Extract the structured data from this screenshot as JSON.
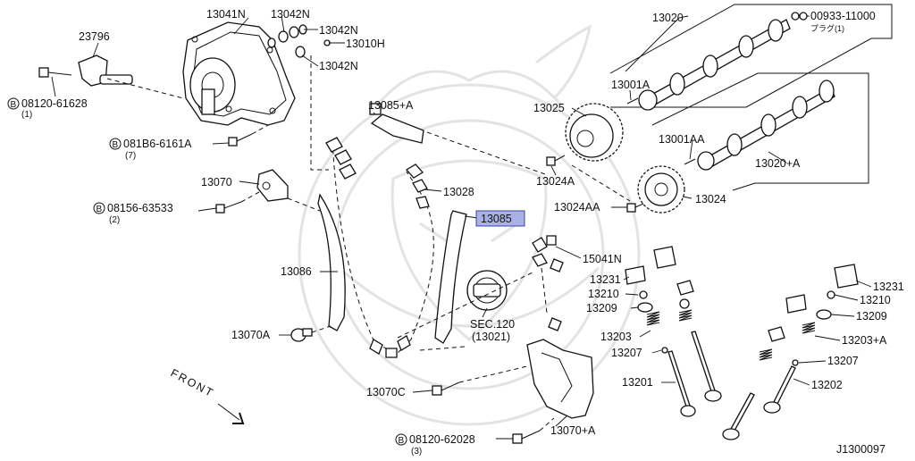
{
  "labels": {
    "p13041N": "13041N",
    "p13042N_a": "13042N",
    "p13042N_b": "13042N",
    "p13042N_c": "13042N",
    "p13010H": "13010H",
    "p23796": "23796",
    "p08120_61628": "08120-61628",
    "p08120_61628_qty": "(1)",
    "p081B6_6161A": "081B6-6161A",
    "p081B6_6161A_qty": "(7)",
    "p13070": "13070",
    "p08156_63533": "08156-63533",
    "p08156_63533_qty": "(2)",
    "p13086": "13086",
    "p13070A": "13070A",
    "p13085A": "13085+A",
    "p13028": "13028",
    "p13085": "13085",
    "p15041N": "15041N",
    "sec120": "SEC.120",
    "sec120_sub": "(13021)",
    "p13070C": "13070C",
    "p08120_62028": "08120-62028",
    "p08120_62028_qty": "(3)",
    "p13070A_plus": "13070+A",
    "p13020": "13020",
    "p00933_11000": "00933-11000",
    "p00933_note": "プラグ(1)",
    "p13001A": "13001A",
    "p13025": "13025",
    "p13001AA": "13001AA",
    "p13020A": "13020+A",
    "p13024A": "13024A",
    "p13024AA": "13024AA",
    "p13024": "13024",
    "p13231_left": "13231",
    "p13210_left": "13210",
    "p13209_left": "13209",
    "p13203": "13203",
    "p13207_left": "13207",
    "p13201": "13201",
    "p13231_right": "13231",
    "p13210_right": "13210",
    "p13209_right": "13209",
    "p13203A": "13203+A",
    "p13207_right": "13207",
    "p13202": "13202",
    "front": "FRONT",
    "bolt_marker": "B",
    "diagram_code": "J1300097"
  },
  "highlight": {
    "part": "13085",
    "color": "#aab1e6"
  }
}
